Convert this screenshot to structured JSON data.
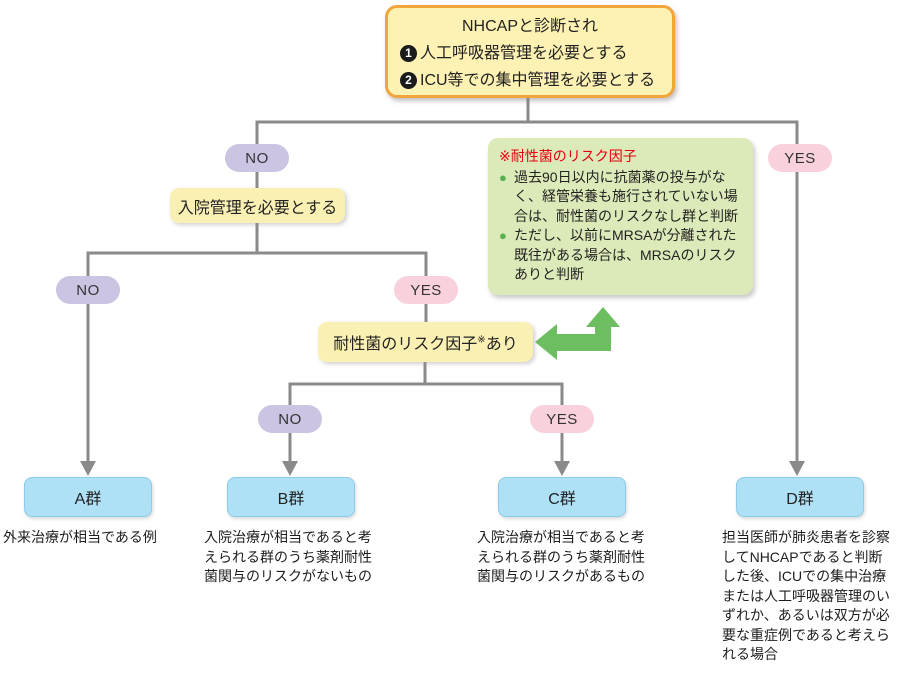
{
  "root": {
    "title": "NHCAPと診断され",
    "items": [
      {
        "num": "1",
        "text": "人工呼吸器管理を必要とする"
      },
      {
        "num": "2",
        "text": "ICU等での集中管理を必要とする"
      }
    ]
  },
  "labels": {
    "no": "NO",
    "yes": "YES"
  },
  "hospital_box": "入院管理を必要とする",
  "resistance_box": {
    "main": "耐性菌のリスク因子",
    "sup": "※",
    "suffix": "あり"
  },
  "note": {
    "title": "※耐性菌のリスク因子",
    "bullet_glyph": "●",
    "bullets": [
      "過去90日以内に抗菌薬の投与がなく、経管栄養も施行されていない場合は、耐性菌のリスクなし群と判断",
      "ただし、以前にMRSAが分離された既往がある場合は、MRSAのリスクありと判断"
    ]
  },
  "groups": [
    {
      "label": "A群",
      "desc": "外来治療が相当である例"
    },
    {
      "label": "B群",
      "desc": "入院治療が相当であると考えられる群のうち薬剤耐性菌関与のリスクがないもの"
    },
    {
      "label": "C群",
      "desc": "入院治療が相当であると考えられる群のうち薬剤耐性菌関与のリスクがあるもの"
    },
    {
      "label": "D群",
      "desc": "担当医師が肺炎患者を診察してNHCAPであると判断した後、ICUでの集中治療または人工呼吸器管理のいずれか、あるいは双方が必要な重症例であると考えられる場合"
    }
  ],
  "colors": {
    "line": "#8A8A8A",
    "yellow_fill": "#FBF0B4",
    "root_fill": "#FDF2B3",
    "root_border": "#F2A53C",
    "purple_pill": "#CBC4E3",
    "pink_pill": "#F9D1DC",
    "green_note": "#DCE9B8",
    "note_title_red": "#E60012",
    "blue_fill": "#AEE0F6",
    "green_arrow": "#6DBE60"
  }
}
